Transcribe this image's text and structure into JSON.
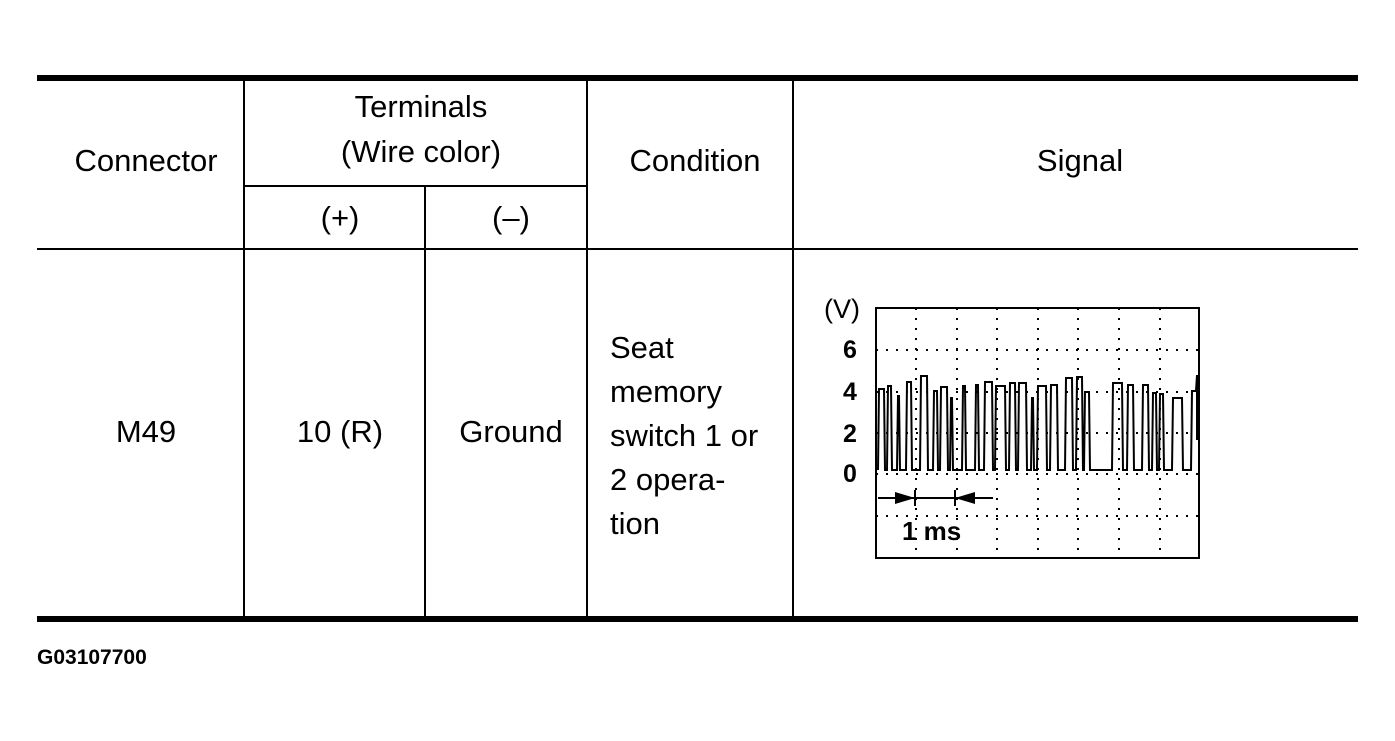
{
  "table": {
    "headers": {
      "connector": "Connector",
      "terminals_line1": "Terminals",
      "terminals_line2": "(Wire color)",
      "plus": "(+)",
      "minus": "(–)",
      "condition": "Condition",
      "signal": "Signal"
    },
    "row": {
      "connector": "M49",
      "plus": "10 (R)",
      "minus": "Ground",
      "condition": "Seat\nmemory\nswitch 1 or\n2 opera-\ntion"
    }
  },
  "scope": {
    "unit": "(V)",
    "y_ticks": [
      "6",
      "4",
      "2",
      "0"
    ],
    "time_label": "1 ms"
  },
  "figure_id": "G03107700"
}
